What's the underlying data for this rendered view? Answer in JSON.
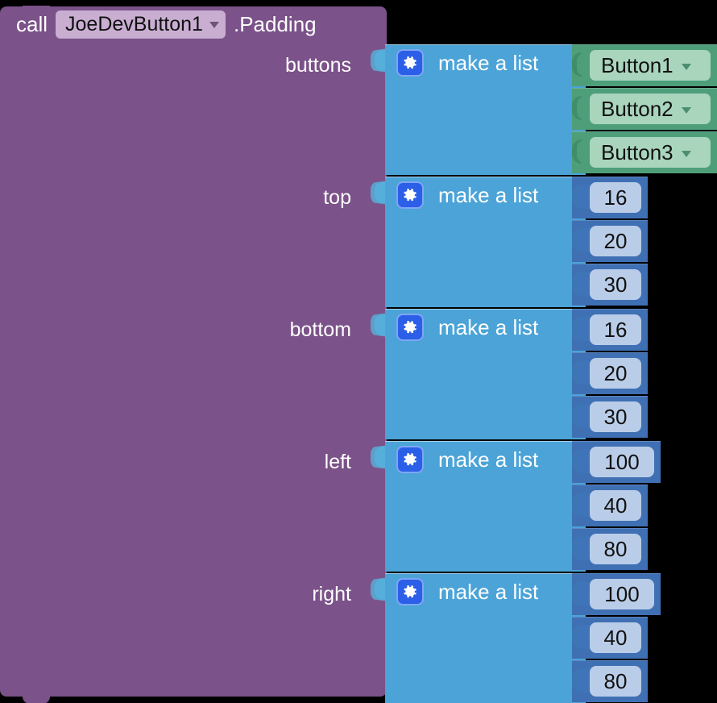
{
  "block": {
    "call_word": "call",
    "component_name": "JoeDevButton1",
    "method_name": ".Padding",
    "dropdown_icon": "chevron-down-icon"
  },
  "colors": {
    "call_block": "#7B5289",
    "call_field": "#C9AED2",
    "list_block": "#4BA3D7",
    "component_block": "#4E9E7A",
    "component_field": "#A9D5BD",
    "number_block": "#4070B4",
    "number_field": "#BACDE8",
    "mutator": "#2C5FE8",
    "canvas": "#000000"
  },
  "list_title": "make a list",
  "mutator_icon": "gear-icon",
  "rows": [
    {
      "label": "buttons",
      "item_type": "component",
      "items": [
        "Button1",
        "Button2",
        "Button3"
      ]
    },
    {
      "label": "top",
      "item_type": "number",
      "items": [
        "16",
        "20",
        "30"
      ]
    },
    {
      "label": "bottom",
      "item_type": "number",
      "items": [
        "16",
        "20",
        "30"
      ]
    },
    {
      "label": "left",
      "item_type": "number",
      "items": [
        "100",
        "40",
        "80"
      ]
    },
    {
      "label": "right",
      "item_type": "number",
      "items": [
        "100",
        "40",
        "80"
      ]
    }
  ]
}
